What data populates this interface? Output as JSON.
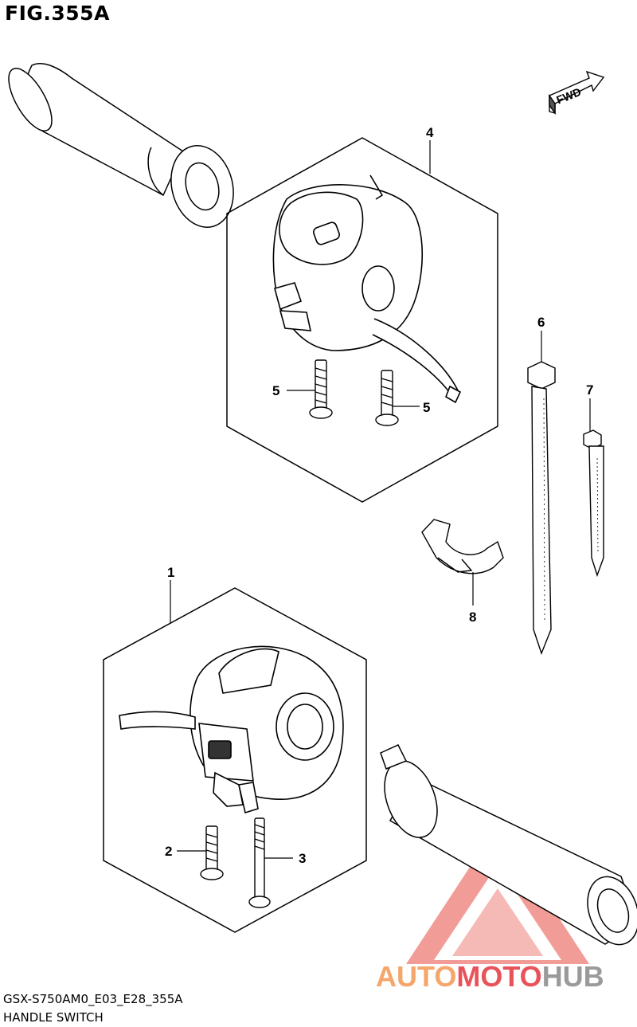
{
  "figure": {
    "title": "FIG.355A",
    "code": "GSX-S750AM0_E03_E28_355A",
    "name": "HANDLE SWITCH"
  },
  "fwd_label": "FWD",
  "callouts": [
    "1",
    "2",
    "3",
    "4",
    "5",
    "5",
    "6",
    "7",
    "8"
  ],
  "watermark": {
    "part1": "AUTO",
    "part2": "MOTO",
    "part3": "HUB",
    "color_auto": "#f5a66b",
    "color_moto": "#e8535a",
    "color_hub": "#9a9a9a"
  }
}
